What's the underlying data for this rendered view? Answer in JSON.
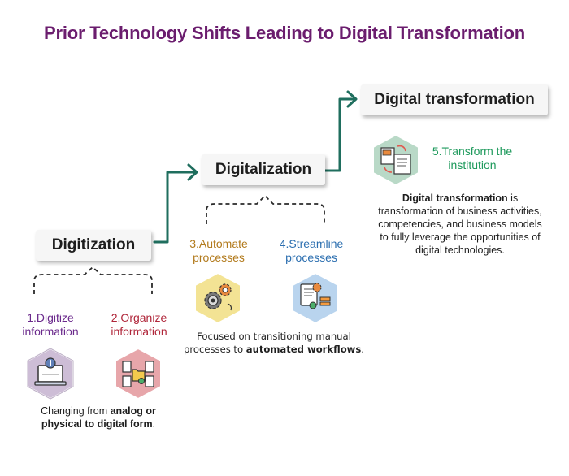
{
  "title": "Prior Technology Shifts Leading to Digital Transformation",
  "stages": {
    "digitization": {
      "label": "Digitization",
      "steps": [
        {
          "label": "1.Digitize information",
          "color": "#6b2a8c",
          "icon": "laptop-info-icon",
          "hex_color": "#cdbdd6"
        },
        {
          "label": "2.Organize information",
          "color": "#b0263a",
          "icon": "documents-folder-icon",
          "hex_color": "#e7a6aa"
        }
      ],
      "description_pre": "Changing from ",
      "description_bold": "analog or physical to digital form",
      "description_post": "."
    },
    "digitalization": {
      "label": "Digitalization",
      "steps": [
        {
          "label": "3.Automate processes",
          "color": "#b27a1c",
          "icon": "gears-icon",
          "hex_color": "#f3e394"
        },
        {
          "label": "4.Streamline processes",
          "color": "#2c6fb0",
          "icon": "workflow-icon",
          "hex_color": "#b9d4ee"
        }
      ],
      "description_pre": "Focused on transitioning manual processes to ",
      "description_bold": "automated workflows",
      "description_post": "."
    },
    "digital_transformation": {
      "label": "Digital transformation",
      "step": {
        "label": "5.Transform the institution",
        "color": "#1e9a5c",
        "icon": "document-transform-icon",
        "hex_color": "#b9d9c7"
      },
      "description_bold": "Digital transformation",
      "description_post": " is transformation of business activities, competencies, and business models to fully leverage the opportunities of digital technologies."
    }
  },
  "colors": {
    "title": "#6b1d6e",
    "arrow": "#1f6e5e"
  }
}
